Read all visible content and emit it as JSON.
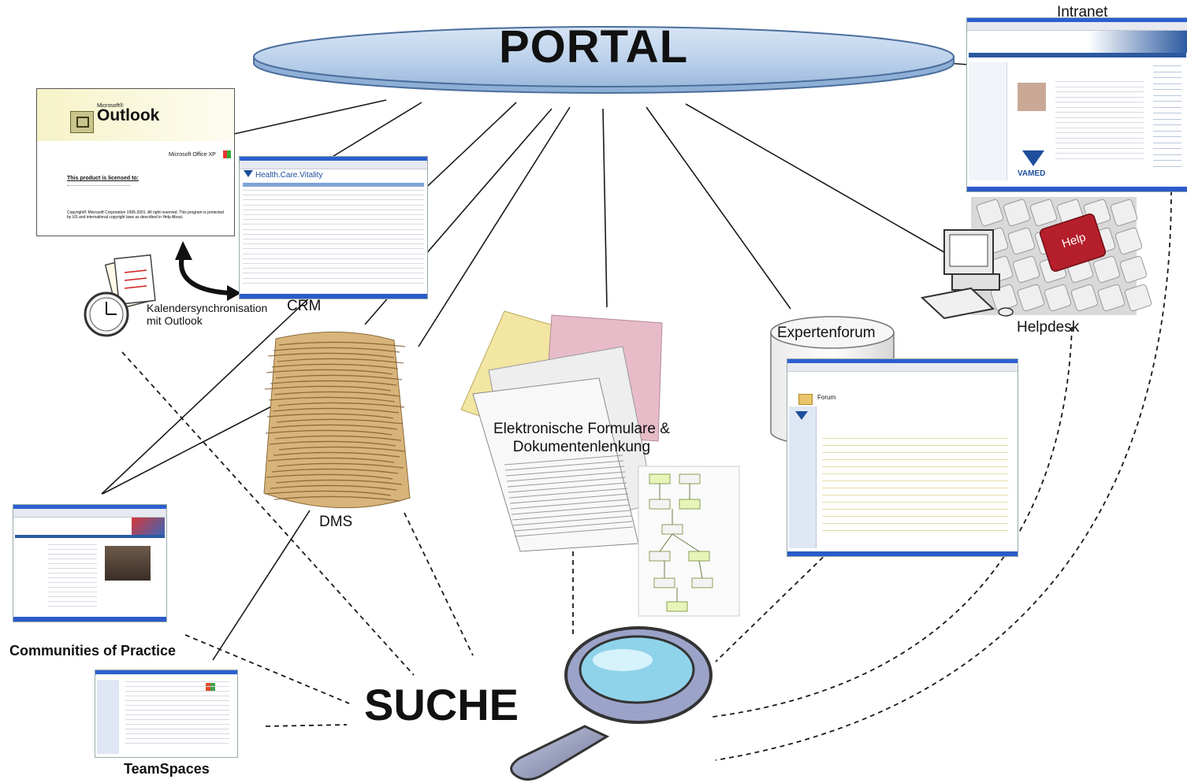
{
  "portal": {
    "title": "PORTAL"
  },
  "outlook": {
    "brand_small": "Microsoft®",
    "brand": "Outlook",
    "edition": "Microsoft Office XP",
    "licensed_to": "This product is licensed to:",
    "copyright": "Copyright© Microsoft Corporation 1995-2001. All right reserved. This program is protected by US and international copyright laws as described in Help About."
  },
  "crm": {
    "label": "CRM",
    "brand": "Health.Care.Vitality"
  },
  "calendar": {
    "label_line1": "Kalendersynchronisation",
    "label_line2": "mit Outlook"
  },
  "dms": {
    "label": "DMS"
  },
  "forms": {
    "label_line1": "Elektronische Formulare &",
    "label_line2": "Dokumentenlenkung"
  },
  "expertenforum": {
    "label": "Expertenforum",
    "forum_title": "Forum"
  },
  "intranet": {
    "label": "Intranet",
    "brand": "VAMED"
  },
  "helpdesk": {
    "label": "Helpdesk",
    "key_label": "Help"
  },
  "communities": {
    "label": "Communities of Practice"
  },
  "teamspaces": {
    "label": "TeamSpaces"
  },
  "suche": {
    "label": "SUCHE"
  },
  "colors": {
    "portal_fill": "#b9d0ea",
    "portal_stroke": "#4b6e9c",
    "lens": "#8fd3ea",
    "handle": "#8c93b8",
    "xp_blue": "#2a5bc9"
  }
}
